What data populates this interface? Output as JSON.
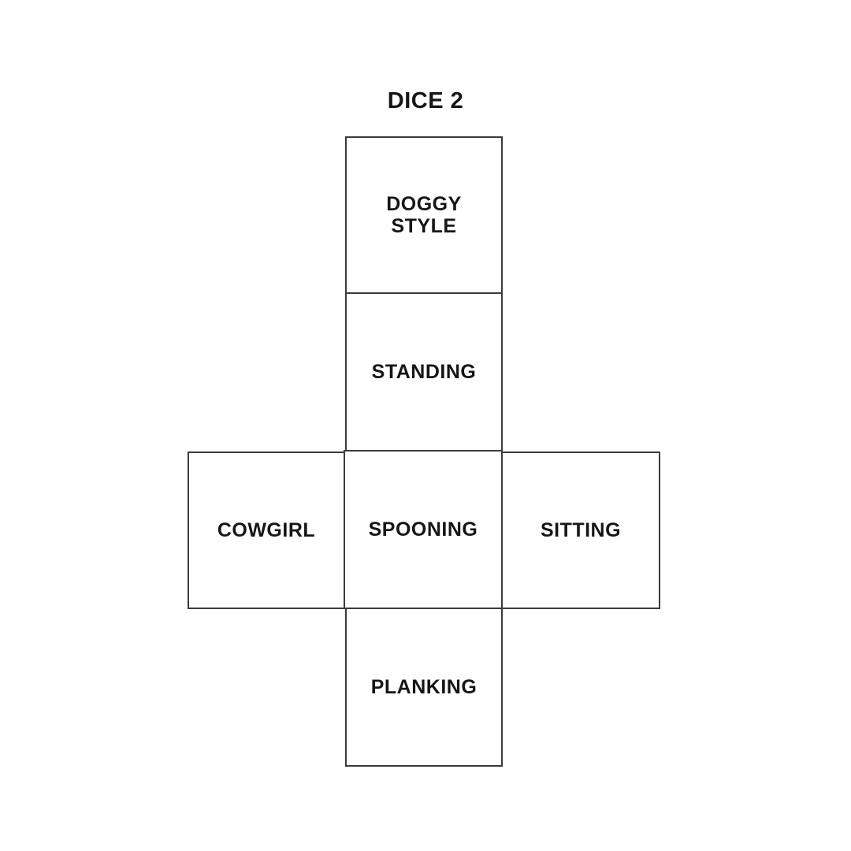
{
  "title": "DICE 2",
  "colors": {
    "background": "#ffffff",
    "border": "#3b3b3b",
    "text": "#161616"
  },
  "net": {
    "faces": [
      {
        "id": "doggy-style",
        "label": "DOGGY\nSTYLE"
      },
      {
        "id": "standing",
        "label": "STANDING"
      },
      {
        "id": "cowgirl",
        "label": "COWGIRL"
      },
      {
        "id": "spooning",
        "label": "SPOONING"
      },
      {
        "id": "sitting",
        "label": "SITTING"
      },
      {
        "id": "planking",
        "label": "PLANKING"
      }
    ]
  }
}
